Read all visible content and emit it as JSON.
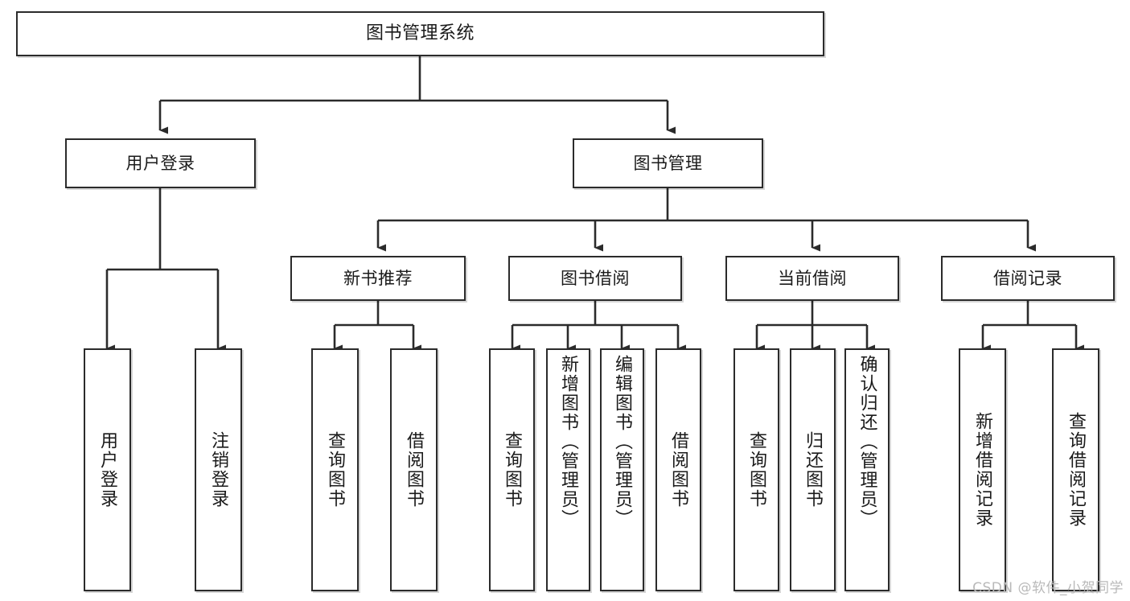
{
  "diagram": {
    "title": "图书管理系统",
    "type": "tree-hierarchy-chart",
    "colors": {
      "box_border": "#2b2b2b",
      "box_fill": "#ffffff",
      "edge": "#2b2b2b",
      "text": "#1a1a1a",
      "watermark": "#b9b9b9",
      "background": "#ffffff"
    },
    "watermark": "CSDN @软件_小贺同学"
  },
  "nodes": {
    "root": {
      "label": "图书管理系统",
      "orientation": "horizontal"
    },
    "tier1": [
      {
        "id": "user-login",
        "label": "用户登录",
        "orientation": "horizontal"
      },
      {
        "id": "book-manage",
        "label": "图书管理",
        "orientation": "horizontal"
      }
    ],
    "tier2": [
      {
        "id": "new-book-recommend",
        "label": "新书推荐",
        "orientation": "horizontal"
      },
      {
        "id": "book-borrow",
        "label": "图书借阅",
        "orientation": "horizontal"
      },
      {
        "id": "current-borrow",
        "label": "当前借阅",
        "orientation": "horizontal"
      },
      {
        "id": "borrow-record",
        "label": "借阅记录",
        "orientation": "horizontal"
      }
    ],
    "leaves": [
      {
        "id": "leaf-user-login",
        "label": "用户登录",
        "parent": "user-login",
        "orientation": "vertical"
      },
      {
        "id": "leaf-logout-login",
        "label": "注销登录",
        "parent": "user-login",
        "orientation": "vertical"
      },
      {
        "id": "leaf-query-book-1",
        "label": "查询图书",
        "parent": "new-book-recommend",
        "orientation": "vertical"
      },
      {
        "id": "leaf-borrow-book-1",
        "label": "借阅图书",
        "parent": "new-book-recommend",
        "orientation": "vertical"
      },
      {
        "id": "leaf-query-book-2",
        "label": "查询图书",
        "parent": "book-borrow",
        "orientation": "vertical"
      },
      {
        "id": "leaf-add-book",
        "label": "新增图书（管理员）",
        "parent": "book-borrow",
        "orientation": "vertical"
      },
      {
        "id": "leaf-edit-book",
        "label": "编辑图书（管理员）",
        "parent": "book-borrow",
        "orientation": "vertical"
      },
      {
        "id": "leaf-borrow-book-2",
        "label": "借阅图书",
        "parent": "book-borrow",
        "orientation": "vertical"
      },
      {
        "id": "leaf-query-book-3",
        "label": "查询图书",
        "parent": "current-borrow",
        "orientation": "vertical"
      },
      {
        "id": "leaf-return-book",
        "label": "归还图书",
        "parent": "current-borrow",
        "orientation": "vertical"
      },
      {
        "id": "leaf-confirm-return",
        "label": "确认归还（管理员）",
        "parent": "current-borrow",
        "orientation": "vertical"
      },
      {
        "id": "leaf-add-borrow-record",
        "label": "新增借阅记录",
        "parent": "borrow-record",
        "orientation": "vertical"
      },
      {
        "id": "leaf-query-borrow-record",
        "label": "查询借阅记录",
        "parent": "borrow-record",
        "orientation": "vertical"
      }
    ]
  },
  "edges": [
    {
      "from": "root",
      "to": "user-login"
    },
    {
      "from": "root",
      "to": "book-manage"
    },
    {
      "from": "book-manage",
      "to": "new-book-recommend"
    },
    {
      "from": "book-manage",
      "to": "book-borrow"
    },
    {
      "from": "book-manage",
      "to": "current-borrow"
    },
    {
      "from": "book-manage",
      "to": "borrow-record"
    },
    {
      "from": "user-login",
      "to": "leaf-user-login"
    },
    {
      "from": "user-login",
      "to": "leaf-logout-login"
    },
    {
      "from": "new-book-recommend",
      "to": "leaf-query-book-1"
    },
    {
      "from": "new-book-recommend",
      "to": "leaf-borrow-book-1"
    },
    {
      "from": "book-borrow",
      "to": "leaf-query-book-2"
    },
    {
      "from": "book-borrow",
      "to": "leaf-add-book"
    },
    {
      "from": "book-borrow",
      "to": "leaf-edit-book"
    },
    {
      "from": "book-borrow",
      "to": "leaf-borrow-book-2"
    },
    {
      "from": "current-borrow",
      "to": "leaf-query-book-3"
    },
    {
      "from": "current-borrow",
      "to": "leaf-return-book"
    },
    {
      "from": "current-borrow",
      "to": "leaf-confirm-return"
    },
    {
      "from": "borrow-record",
      "to": "leaf-add-borrow-record"
    },
    {
      "from": "borrow-record",
      "to": "leaf-query-borrow-record"
    }
  ]
}
